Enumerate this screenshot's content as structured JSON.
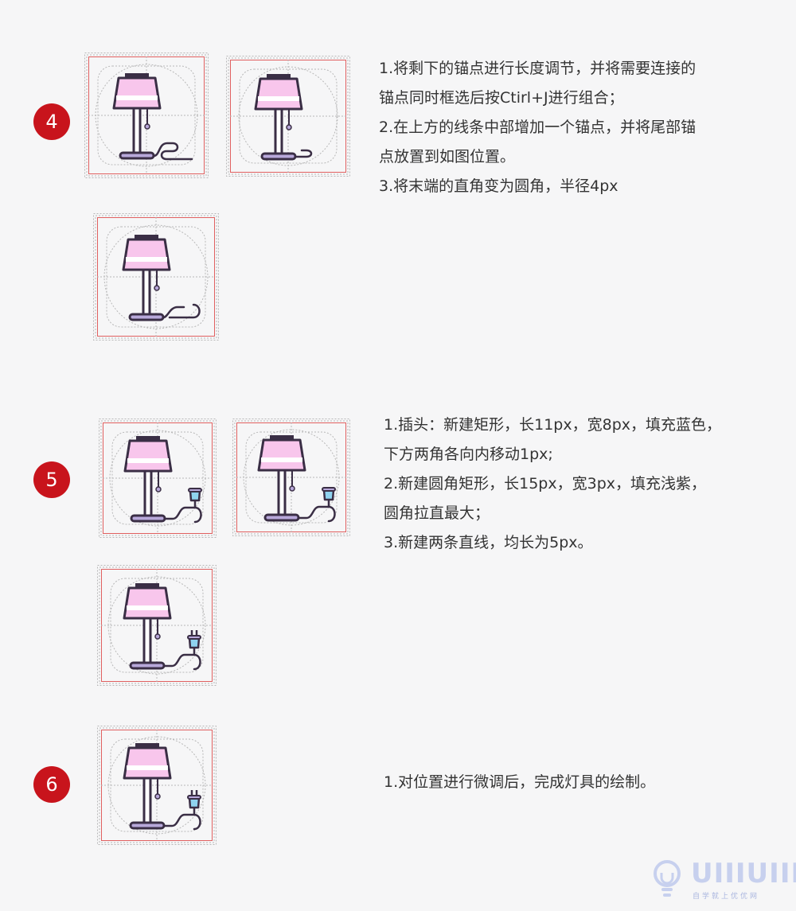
{
  "steps": [
    {
      "number": "4",
      "instructions": [
        "1.将剩下的锚点进行长度调节，并将需要连接的",
        "锚点同时框选后按Ctirl+J进行组合；",
        "2.在上方的线条中部增加一个锚点，并将尾部锚",
        "点放置到如图位置。",
        "3.将末端的直角变为圆角，半径4px"
      ]
    },
    {
      "number": "5",
      "instructions": [
        "1.插头：新建矩形，长11px，宽8px，填充蓝色，",
        "下方两角各向内移动1px;",
        "2.新建圆角矩形，长15px，宽3px，填充浅紫，",
        "圆角拉直最大；",
        "3.新建两条直线，均长为5px。"
      ]
    },
    {
      "number": "6",
      "instructions": [
        "1.对位置进行微调后，完成灯具的绘制。"
      ]
    }
  ],
  "watermark": {
    "text": "UIIIUIII",
    "subtext": "自学就上优优网"
  },
  "colors": {
    "badge": "#c8141c",
    "shade_fill": "#f8c6ec",
    "shade_stripe": "#ffffff",
    "outline": "#3a2e45",
    "base_fill": "#b8a8da",
    "plug_fill": "#8fd3ef",
    "guide_red": "#e06060",
    "guide_grey": "#b8b8b8",
    "watermark": "#c7d0ee"
  }
}
